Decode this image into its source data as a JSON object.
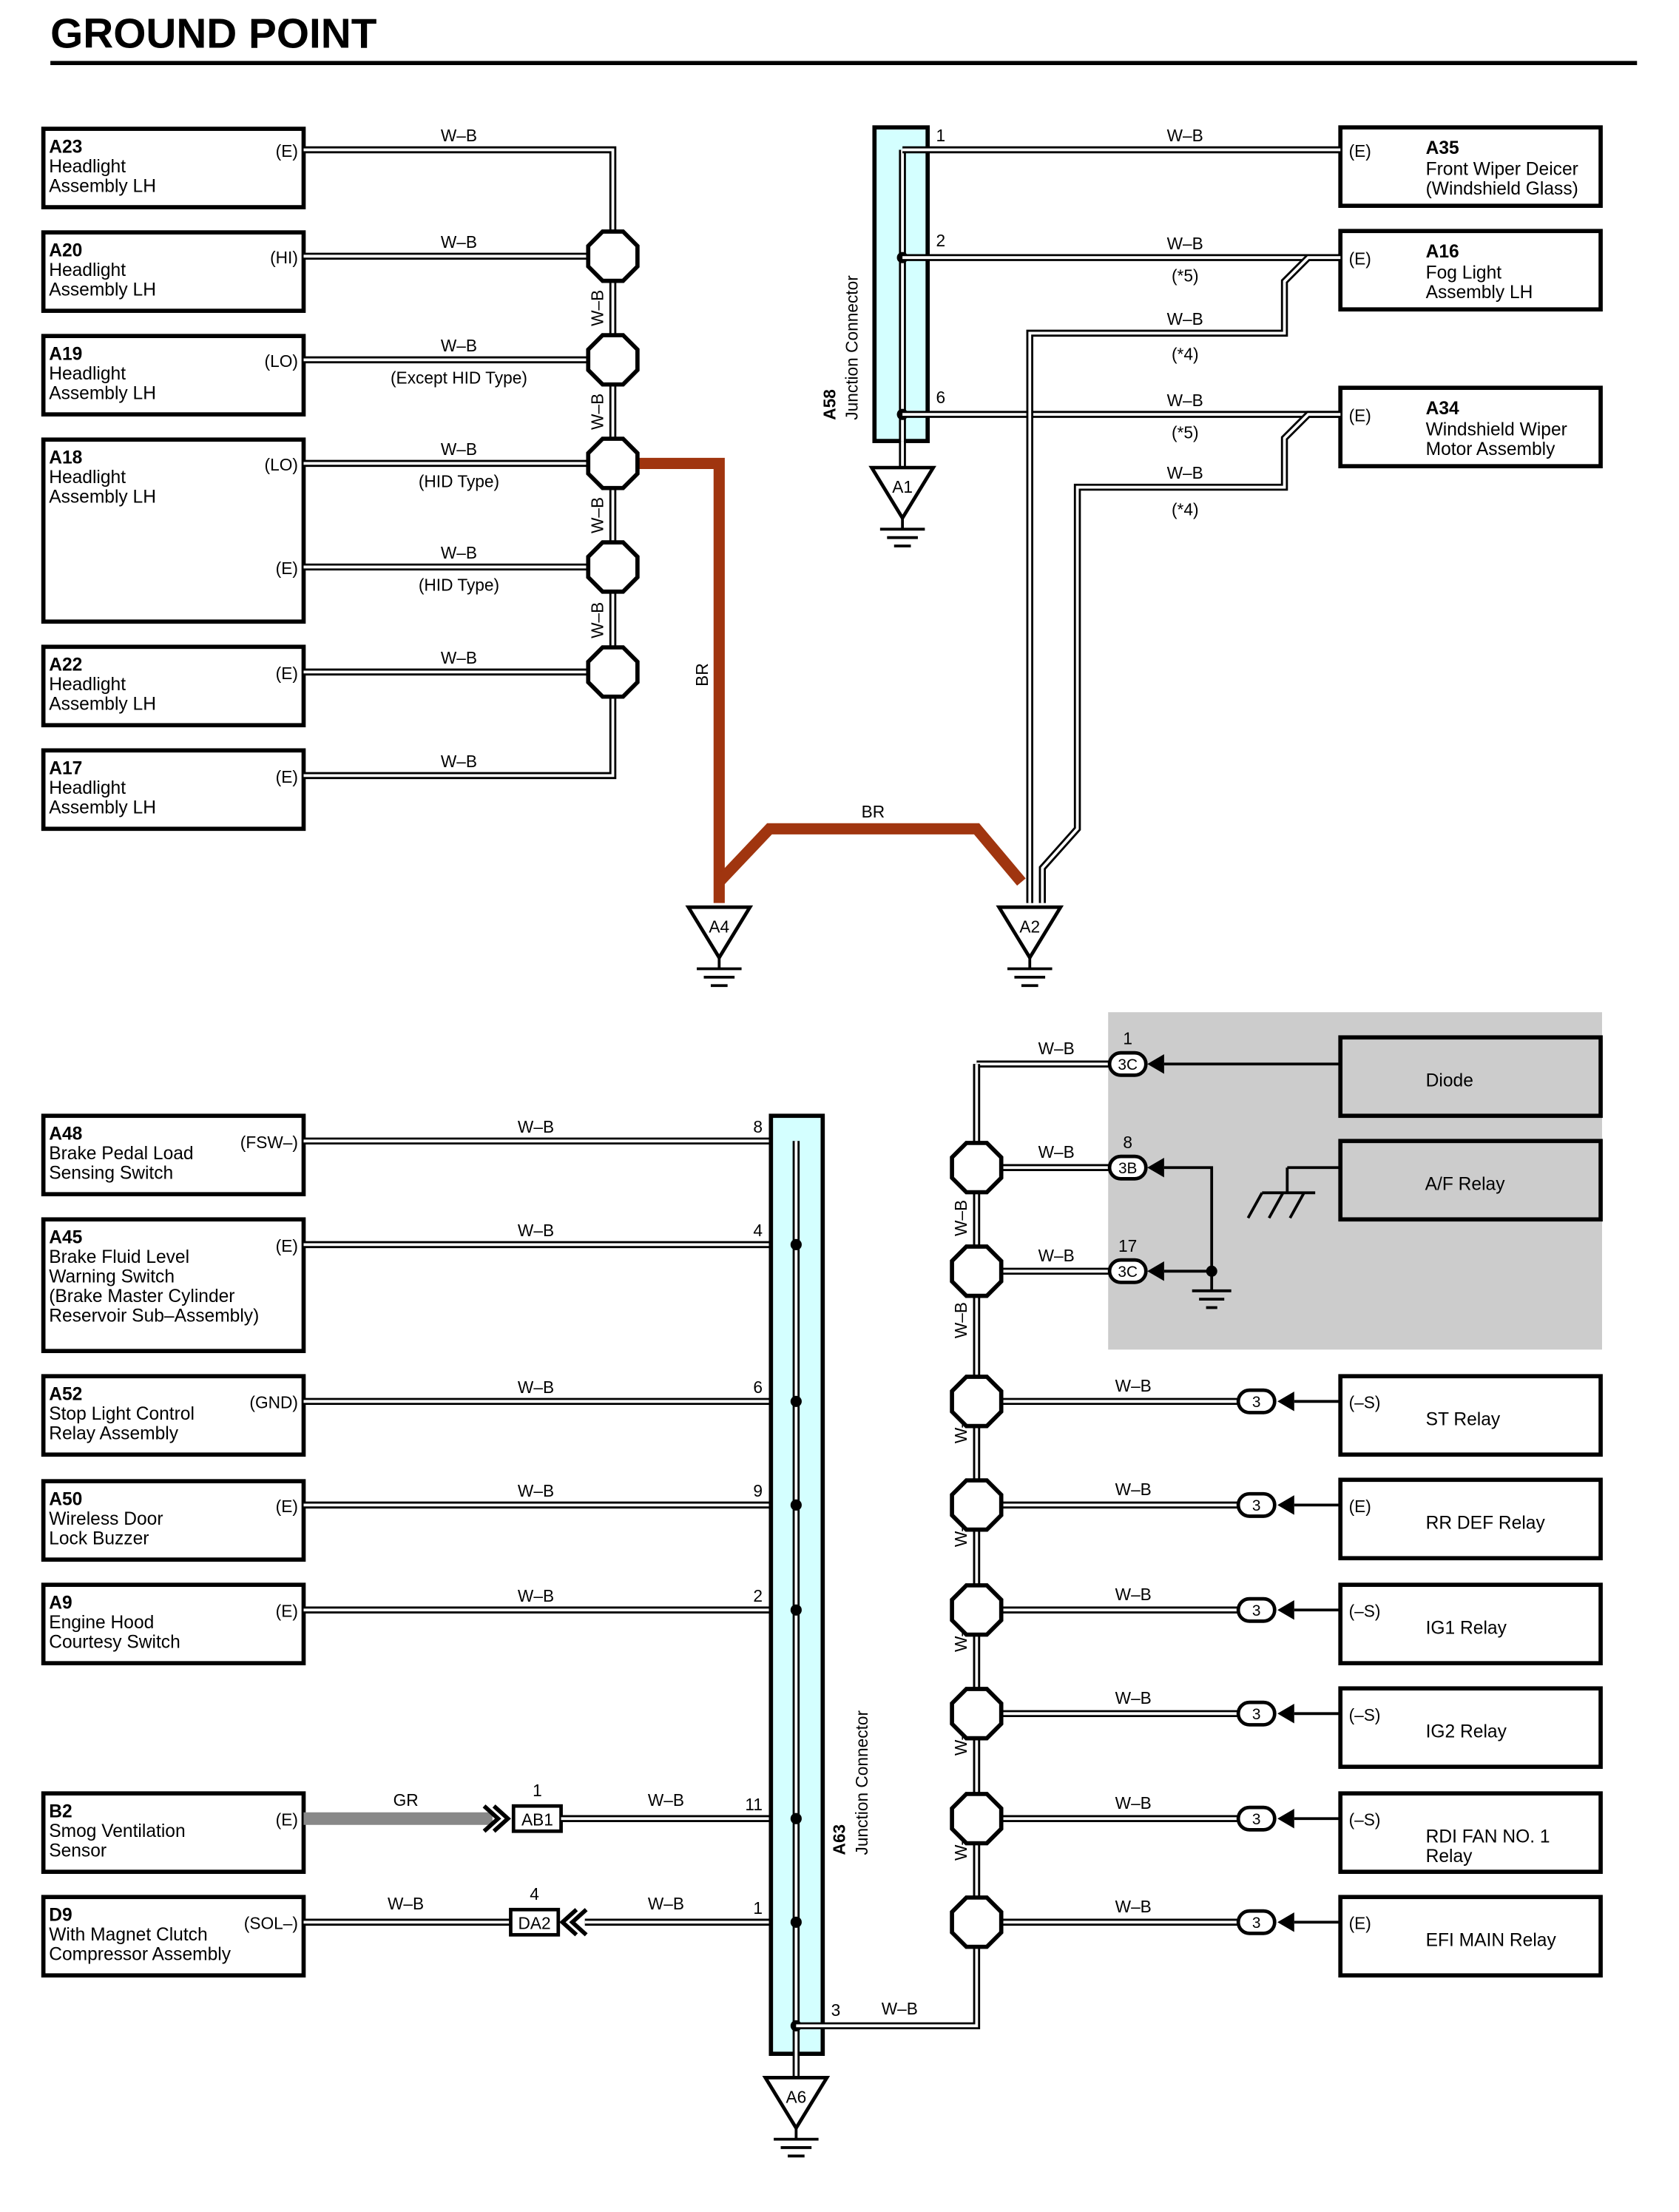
{
  "title": "GROUND POINT",
  "colors": {
    "wire": "#000000",
    "br": "#a0350f",
    "gr": "#888888",
    "connector_fill": "#d4ffff",
    "relay_zone": "#cccccc"
  },
  "wire_labels": {
    "wb": "W–B",
    "br": "BR",
    "gr": "GR"
  },
  "top_left_components": [
    {
      "code": "A23",
      "lines": [
        "Headlight",
        "Assembly LH"
      ],
      "pin": "(E)"
    },
    {
      "code": "A20",
      "lines": [
        "Headlight",
        "Assembly LH"
      ],
      "pin": "(HI)"
    },
    {
      "code": "A19",
      "lines": [
        "Headlight",
        "Assembly LH"
      ],
      "pin": "(LO)"
    },
    {
      "code": "A18",
      "lines": [
        "Headlight",
        "Assembly LH"
      ],
      "pin": "(LO)",
      "pin2": "(E)"
    },
    {
      "code": "A22",
      "lines": [
        "Headlight",
        "Assembly LH"
      ],
      "pin": "(E)"
    },
    {
      "code": "A17",
      "lines": [
        "Headlight",
        "Assembly LH"
      ],
      "pin": "(E)"
    }
  ],
  "top_left_notes": [
    "(Except HID Type)",
    "(HID Type)",
    "(HID Type)"
  ],
  "a58": {
    "code": "A58",
    "name": "Junction Connector",
    "pins": [
      "1",
      "2",
      "6"
    ],
    "ground": "A1"
  },
  "top_right_components": [
    {
      "code": "A35",
      "lines": [
        "Front Wiper Deicer",
        "(Windshield Glass)"
      ],
      "pin": "(E)"
    },
    {
      "code": "A16",
      "lines": [
        "Fog Light",
        "Assembly LH"
      ],
      "pin": "(E)"
    },
    {
      "code": "A34",
      "lines": [
        "Windshield Wiper",
        "Motor Assembly"
      ],
      "pin": "(E)"
    }
  ],
  "top_right_notes": [
    "(*5)",
    "(*4)",
    "(*5)",
    "(*4)"
  ],
  "grounds_top": [
    "A4",
    "A2"
  ],
  "bottom_left_components": [
    {
      "code": "A48",
      "lines": [
        "Brake Pedal Load",
        "Sensing Switch"
      ],
      "pin": "(FSW–)",
      "a63pin": "8"
    },
    {
      "code": "A45",
      "lines": [
        "Brake Fluid Level",
        "Warning Switch",
        "(Brake Master Cylinder",
        " Reservoir Sub–Assembly)"
      ],
      "pin": "(E)",
      "a63pin": "4"
    },
    {
      "code": "A52",
      "lines": [
        "Stop Light Control",
        "Relay Assembly"
      ],
      "pin": "(GND)",
      "a63pin": "6"
    },
    {
      "code": "A50",
      "lines": [
        "Wireless Door",
        "Lock Buzzer"
      ],
      "pin": "(E)",
      "a63pin": "9"
    },
    {
      "code": "A9",
      "lines": [
        "Engine Hood",
        "Courtesy Switch"
      ],
      "pin": "(E)",
      "a63pin": "2"
    },
    {
      "code": "B2",
      "lines": [
        "Smog Ventilation",
        "Sensor"
      ],
      "pin": "(E)",
      "a63pin": "11",
      "conn": "AB1",
      "connpin": "1"
    },
    {
      "code": "D9",
      "lines": [
        "With Magnet Clutch",
        "Compressor Assembly"
      ],
      "pin": "(SOL–)",
      "a63pin": "1",
      "conn": "DA2",
      "connpin": "4"
    }
  ],
  "a63": {
    "code": "A63",
    "name": "Junction Connector",
    "out_pin": "3",
    "ground": "A6"
  },
  "relay_block": [
    {
      "pin": "1",
      "conn": "3C",
      "label": "Diode"
    },
    {
      "pin": "8",
      "conn": "3B",
      "label": "A/F Relay"
    },
    {
      "pin": "17",
      "conn": "3C",
      "label": ""
    }
  ],
  "relays": [
    {
      "pin": "(–S)",
      "label": [
        "ST Relay"
      ],
      "conn": "3"
    },
    {
      "pin": "(E)",
      "label": [
        "RR DEF Relay"
      ],
      "conn": "3"
    },
    {
      "pin": "(–S)",
      "label": [
        "IG1 Relay"
      ],
      "conn": "3"
    },
    {
      "pin": "(–S)",
      "label": [
        "IG2 Relay"
      ],
      "conn": "3"
    },
    {
      "pin": "(–S)",
      "label": [
        "RDI FAN NO. 1",
        "Relay"
      ],
      "conn": "3"
    },
    {
      "pin": "(E)",
      "label": [
        "EFI MAIN Relay"
      ],
      "conn": "3"
    }
  ]
}
